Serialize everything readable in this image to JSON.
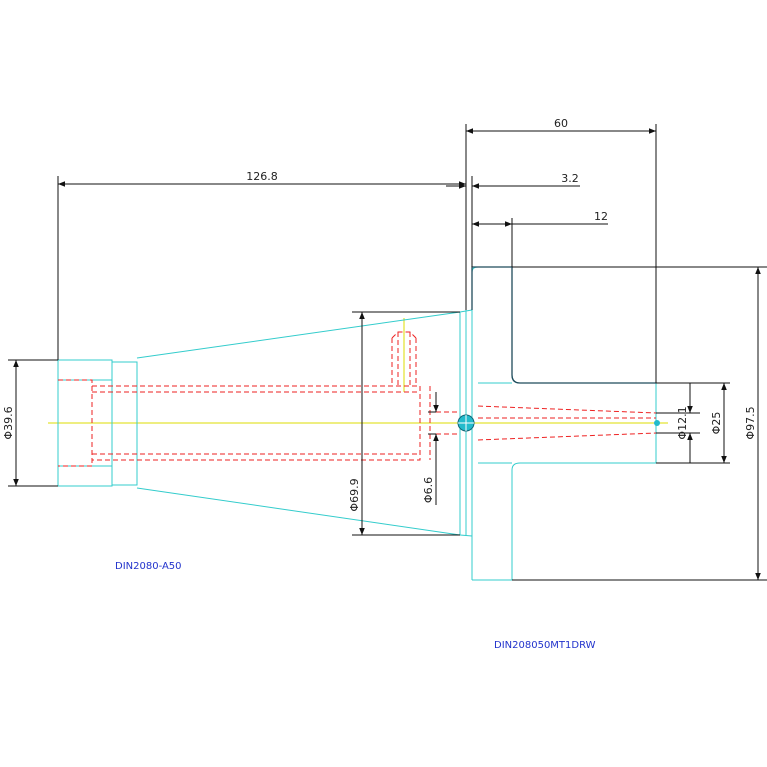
{
  "colors": {
    "outline": "#33cccc",
    "dim": "#111111",
    "hidden": "#ee2222",
    "center": "#dddd00",
    "part": "#1f4a5a",
    "name": "#2233cc"
  },
  "dimensions": {
    "overall_length": "126.8",
    "holder_length": "60",
    "flange_offset": "3.2",
    "bore_depth": "12",
    "dia_shank_end": "Φ39.6",
    "dia_cone": "Φ69.9",
    "dia_small_bore": "Φ6.6",
    "dia_hole": "Φ12.1",
    "dia_bore": "Φ25",
    "dia_flange": "Φ97.5"
  },
  "labels": {
    "holder_name": "DIN2080-A50",
    "part_name": "DIN208050MT1DRW"
  }
}
